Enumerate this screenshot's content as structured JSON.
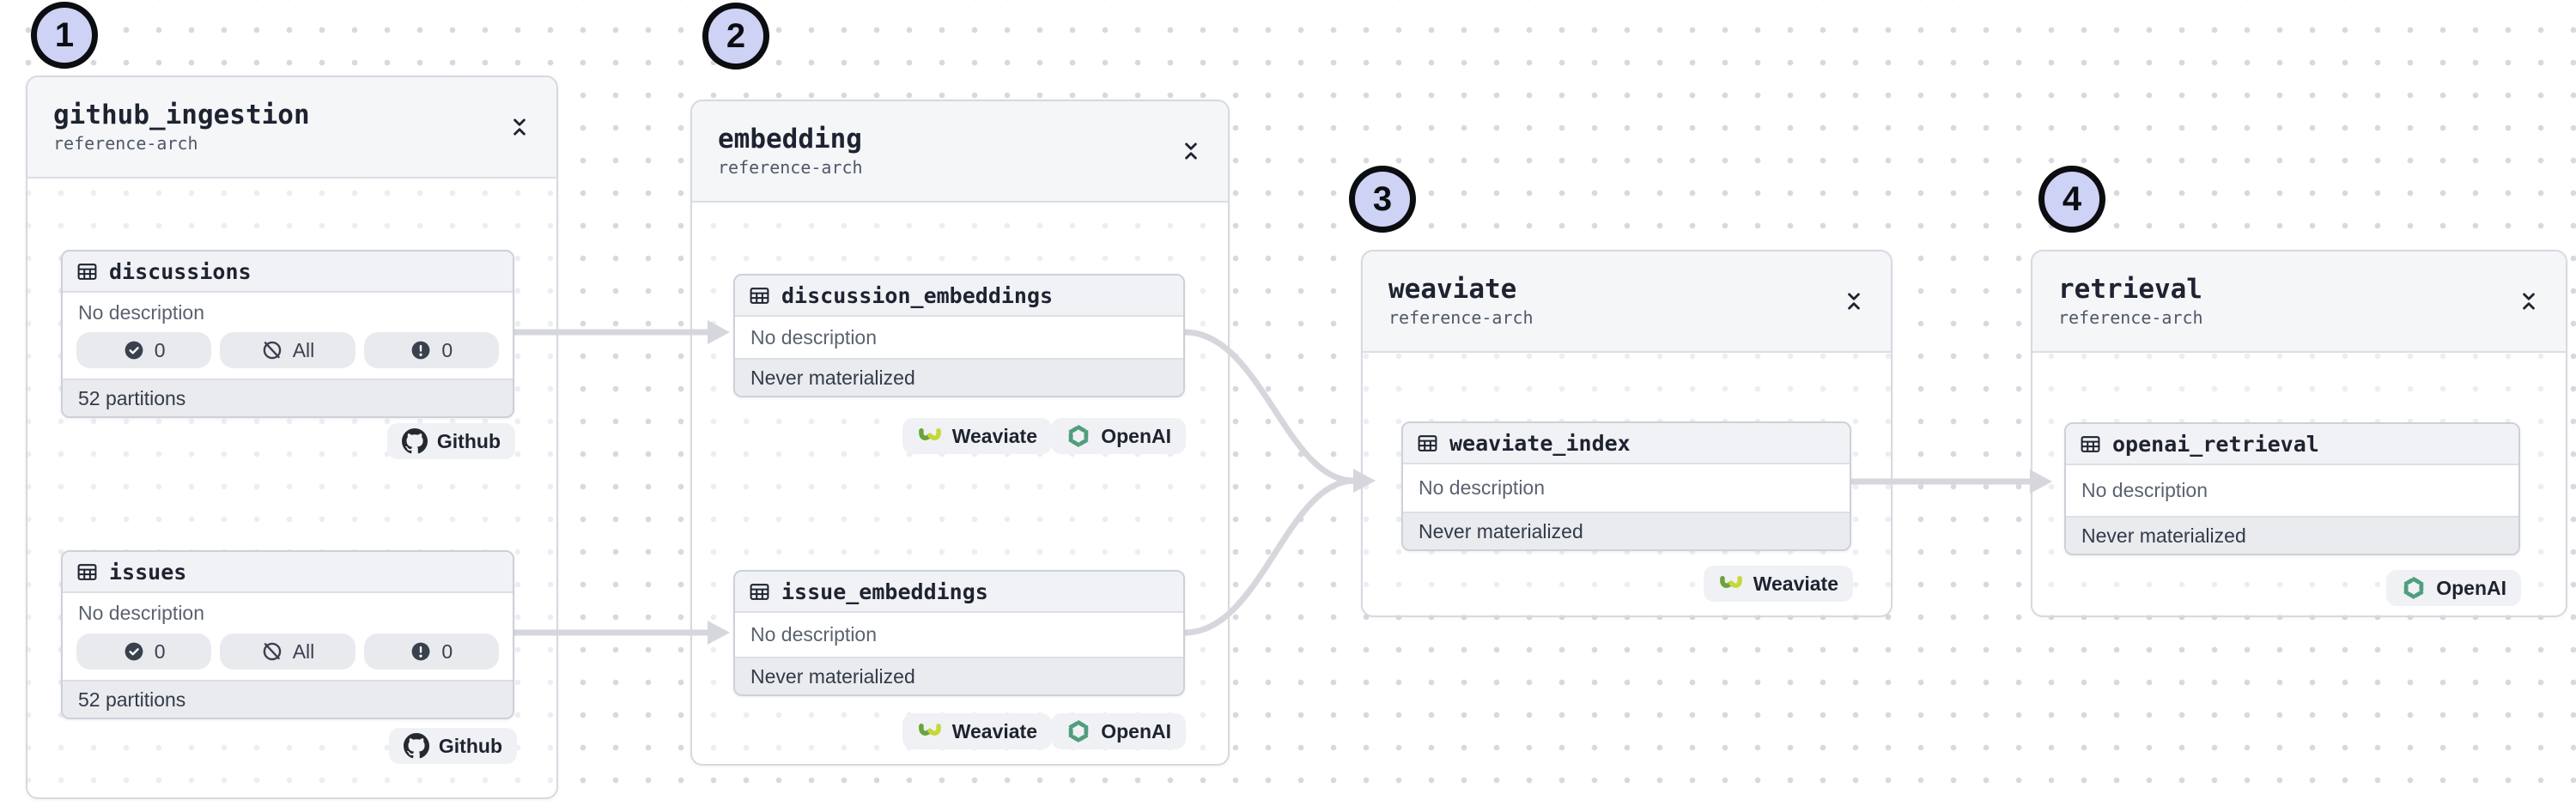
{
  "markers": [
    {
      "label": "1"
    },
    {
      "label": "2"
    },
    {
      "label": "3"
    },
    {
      "label": "4"
    }
  ],
  "groups": [
    {
      "title": "github_ingestion",
      "subtitle": "reference-arch",
      "assets": [
        {
          "name": "discussions",
          "description": "No description",
          "footer": "52 partitions",
          "checks": [
            {
              "icon": "check-circle",
              "value": "0"
            },
            {
              "icon": "slash-circle",
              "value": "All"
            },
            {
              "icon": "alert-circle",
              "value": "0"
            }
          ],
          "tags": [
            {
              "icon": "github",
              "label": "Github"
            }
          ]
        },
        {
          "name": "issues",
          "description": "No description",
          "footer": "52 partitions",
          "checks": [
            {
              "icon": "check-circle",
              "value": "0"
            },
            {
              "icon": "slash-circle",
              "value": "All"
            },
            {
              "icon": "alert-circle",
              "value": "0"
            }
          ],
          "tags": [
            {
              "icon": "github",
              "label": "Github"
            }
          ]
        }
      ]
    },
    {
      "title": "embedding",
      "subtitle": "reference-arch",
      "assets": [
        {
          "name": "discussion_embeddings",
          "description": "No description",
          "footer": "Never materialized",
          "tags": [
            {
              "icon": "weaviate",
              "label": "Weaviate"
            },
            {
              "icon": "openai",
              "label": "OpenAI"
            }
          ]
        },
        {
          "name": "issue_embeddings",
          "description": "No description",
          "footer": "Never materialized",
          "tags": [
            {
              "icon": "weaviate",
              "label": "Weaviate"
            },
            {
              "icon": "openai",
              "label": "OpenAI"
            }
          ]
        }
      ]
    },
    {
      "title": "weaviate",
      "subtitle": "reference-arch",
      "assets": [
        {
          "name": "weaviate_index",
          "description": "No description",
          "footer": "Never materialized",
          "tags": [
            {
              "icon": "weaviate",
              "label": "Weaviate"
            }
          ]
        }
      ]
    },
    {
      "title": "retrieval",
      "subtitle": "reference-arch",
      "assets": [
        {
          "name": "openai_retrieval",
          "description": "No description",
          "footer": "Never materialized",
          "tags": [
            {
              "icon": "openai",
              "label": "OpenAI"
            }
          ]
        }
      ]
    }
  ],
  "colors": {
    "marker_fill": "#ced3f5",
    "marker_border": "#0c0d10",
    "edge": "#d6d7dc",
    "dot_grid": "#d8d9df",
    "github_brand": "#24292f",
    "openai_brand": "#4f9e7e",
    "weaviate_green": "#69a33d",
    "weaviate_yellow": "#c6d838",
    "text_dark": "#1d2330",
    "text_muted": "#5b6370"
  }
}
